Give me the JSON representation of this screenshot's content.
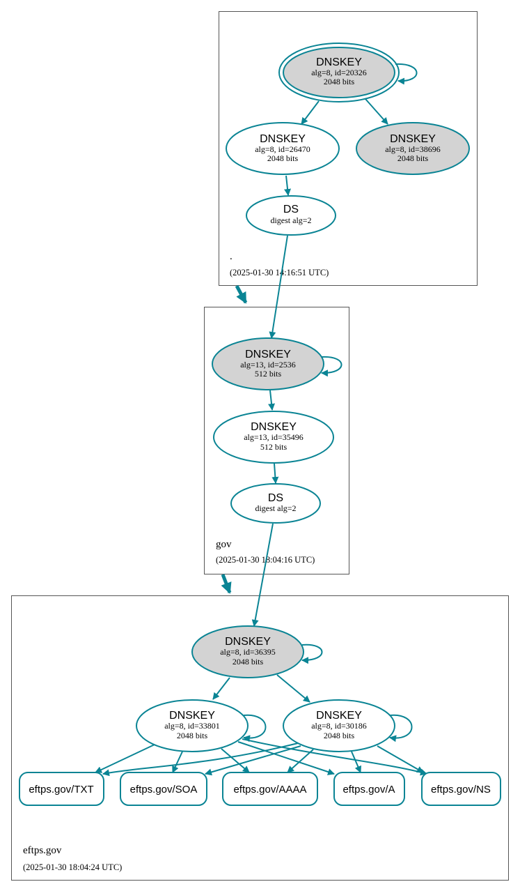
{
  "zones": {
    "root": {
      "name": ".",
      "timestamp": "(2025-01-30 14:16:51 UTC)"
    },
    "gov": {
      "name": "gov",
      "timestamp": "(2025-01-30 18:04:16 UTC)"
    },
    "eftps": {
      "name": "eftps.gov",
      "timestamp": "(2025-01-30 18:04:24 UTC)"
    }
  },
  "nodes": {
    "root_ksk": {
      "type": "DNSKEY",
      "detail": "alg=8, id=20326",
      "size": "2048 bits"
    },
    "root_zsk": {
      "type": "DNSKEY",
      "detail": "alg=8, id=26470",
      "size": "2048 bits"
    },
    "root_key3": {
      "type": "DNSKEY",
      "detail": "alg=8, id=38696",
      "size": "2048 bits"
    },
    "gov_ds": {
      "type": "DS",
      "detail": "digest alg=2"
    },
    "gov_ksk": {
      "type": "DNSKEY",
      "detail": "alg=13, id=2536",
      "size": "512 bits"
    },
    "gov_zsk": {
      "type": "DNSKEY",
      "detail": "alg=13, id=35496",
      "size": "512 bits"
    },
    "eftps_ds": {
      "type": "DS",
      "detail": "digest alg=2"
    },
    "eftps_ksk": {
      "type": "DNSKEY",
      "detail": "alg=8, id=36395",
      "size": "2048 bits"
    },
    "eftps_zsk1": {
      "type": "DNSKEY",
      "detail": "alg=8, id=33801",
      "size": "2048 bits"
    },
    "eftps_zsk2": {
      "type": "DNSKEY",
      "detail": "alg=8, id=30186",
      "size": "2048 bits"
    }
  },
  "records": {
    "txt": "eftps.gov/TXT",
    "soa": "eftps.gov/SOA",
    "aaaa": "eftps.gov/AAAA",
    "a": "eftps.gov/A",
    "ns": "eftps.gov/NS"
  },
  "colors": {
    "edge": "#0a8494",
    "key_fill": "#d3d3d3",
    "zone_border": "#555555"
  }
}
